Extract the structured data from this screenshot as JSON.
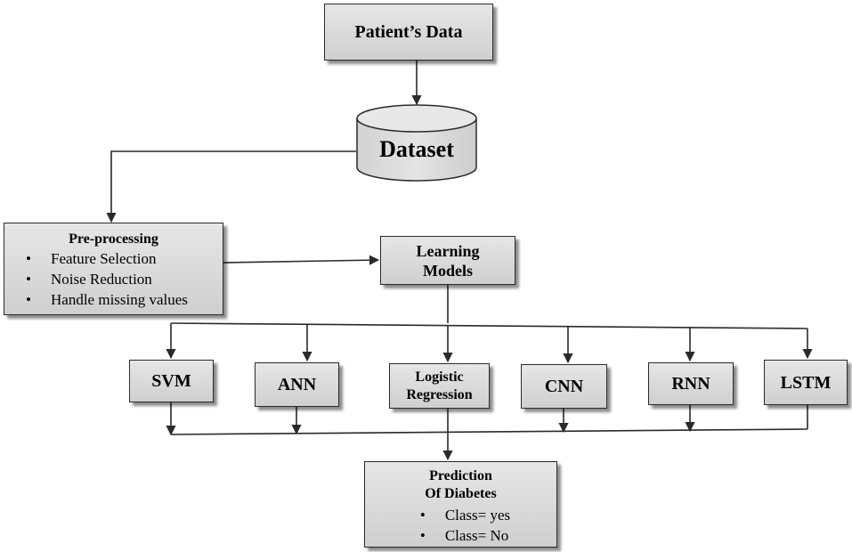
{
  "nodes": {
    "patient_data": "Patient’s Data",
    "dataset": "Dataset",
    "preprocessing": {
      "title": "Pre-processing",
      "items": [
        "Feature Selection",
        "Noise Reduction",
        "Handle missing values"
      ]
    },
    "learning_models": {
      "line1": "Learning",
      "line2": "Models"
    },
    "models": {
      "svm": "SVM",
      "ann": "ANN",
      "logistic": {
        "line1": "Logistic",
        "line2": "Regression"
      },
      "cnn": "CNN",
      "rnn": "RNN",
      "lstm": "LSTM"
    },
    "prediction": {
      "line1": "Prediction",
      "line2": "Of Diabetes",
      "items": [
        "Class= yes",
        "Class= No"
      ]
    }
  },
  "colors": {
    "box_fill": "#d9d9d9",
    "stroke": "#2a2a2a"
  }
}
